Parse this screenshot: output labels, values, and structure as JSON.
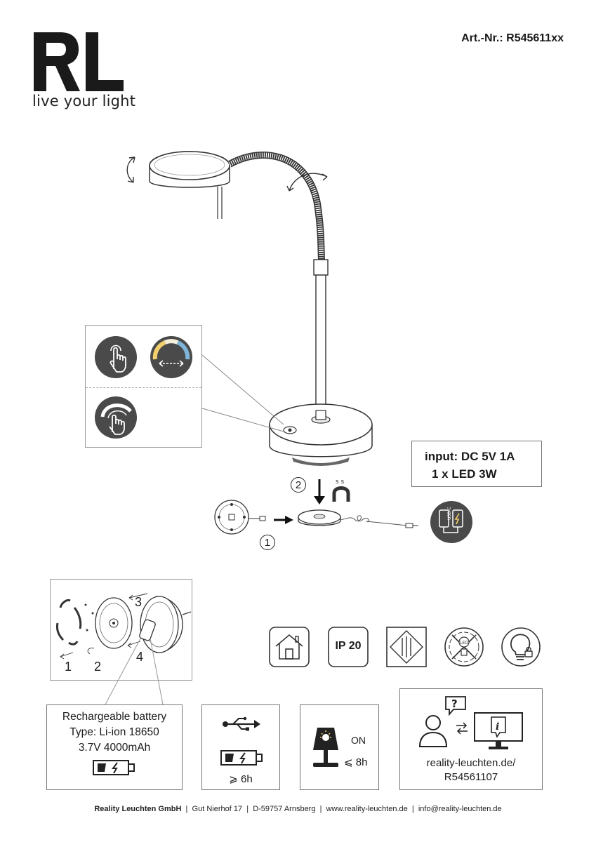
{
  "brand": {
    "logo": "RL",
    "tagline": "live your light"
  },
  "article": {
    "label": "Art.-Nr.:",
    "number": "R545611xx"
  },
  "specs": {
    "input": "input: DC 5V 1A",
    "led": "1 x LED 3W"
  },
  "steps": {
    "one": "1",
    "two": "2"
  },
  "assembly": {
    "n1": "1",
    "n2": "2",
    "n3": "3",
    "n4": "4"
  },
  "battery": {
    "title": "Rechargeable battery",
    "type": "Type: Li-ion 18650",
    "capacity": "3.7V 4000mAh"
  },
  "charge": {
    "time": "⩾ 6h"
  },
  "runtime": {
    "on": "ON",
    "time": "⩽ 8h"
  },
  "certs": {
    "ip": "IP 20"
  },
  "info": {
    "url": "reality-leuchten.de/",
    "code": "R54561107"
  },
  "footer": {
    "company": "Reality Leuchten GmbH",
    "street": "Gut Nierhof 17",
    "city": "D-59757 Arnsberg",
    "web": "www.reality-leuchten.de",
    "email": "info@reality-leuchten.de",
    "sep": "|"
  },
  "colors": {
    "icon_dark": "#4a4a4a",
    "line": "#333333",
    "warm": "#f2d06b",
    "cool": "#7fb5d8"
  }
}
